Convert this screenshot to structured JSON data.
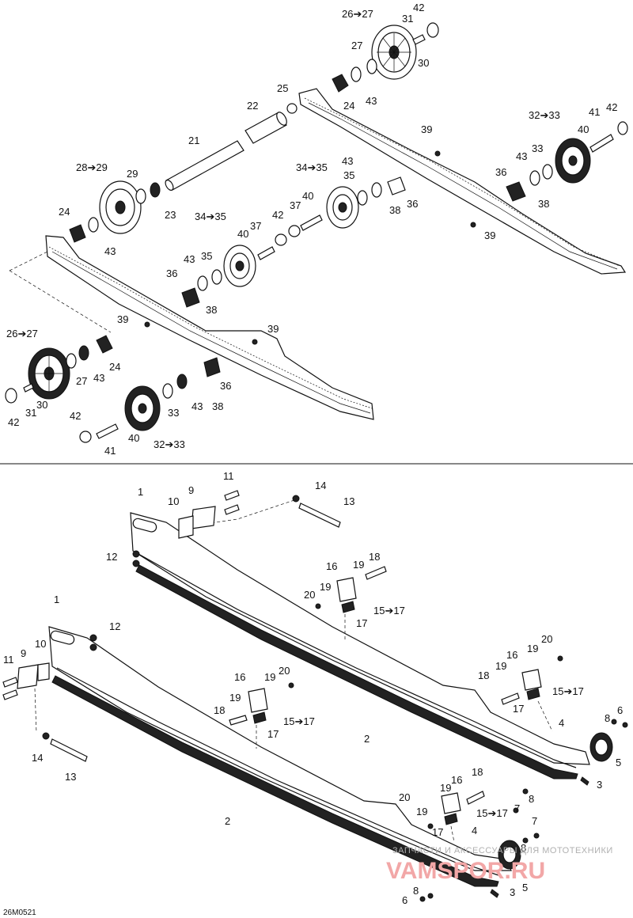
{
  "drawing_code": "26M0521",
  "watermark": {
    "line1": "ЗАПЧАСТИ И АКСЕССУАРЫ ДЛЯ МОТОТЕХНИКИ",
    "line2": "VAMSPOR.RU"
  },
  "callouts_top": [
    {
      "id": "t1",
      "text": "26➔27"
    },
    {
      "id": "t2",
      "text": "42"
    },
    {
      "id": "t3",
      "text": "31"
    },
    {
      "id": "t4",
      "text": "27"
    },
    {
      "id": "t5",
      "text": "30"
    },
    {
      "id": "t6",
      "text": "25"
    },
    {
      "id": "t7",
      "text": "24"
    },
    {
      "id": "t8",
      "text": "43"
    },
    {
      "id": "t9",
      "text": "22"
    },
    {
      "id": "t10",
      "text": "32➔33"
    },
    {
      "id": "t11",
      "text": "41"
    },
    {
      "id": "t12",
      "text": "42"
    },
    {
      "id": "t13",
      "text": "40"
    },
    {
      "id": "t14",
      "text": "39"
    },
    {
      "id": "t15",
      "text": "21"
    },
    {
      "id": "t16",
      "text": "43"
    },
    {
      "id": "t17",
      "text": "33"
    },
    {
      "id": "t18",
      "text": "28➔29"
    },
    {
      "id": "t19",
      "text": "29"
    },
    {
      "id": "t20",
      "text": "34➔35"
    },
    {
      "id": "t21",
      "text": "43"
    },
    {
      "id": "t22",
      "text": "36"
    },
    {
      "id": "t23",
      "text": "35"
    },
    {
      "id": "t24",
      "text": "40"
    },
    {
      "id": "t25",
      "text": "38"
    },
    {
      "id": "t26",
      "text": "36"
    },
    {
      "id": "t27",
      "text": "38"
    },
    {
      "id": "t28",
      "text": "23"
    },
    {
      "id": "t29",
      "text": "39"
    },
    {
      "id": "t30",
      "text": "24"
    },
    {
      "id": "t31",
      "text": "37"
    },
    {
      "id": "t32",
      "text": "34➔35"
    },
    {
      "id": "t33",
      "text": "42"
    },
    {
      "id": "t34",
      "text": "40"
    },
    {
      "id": "t35",
      "text": "37"
    },
    {
      "id": "t36",
      "text": "43"
    },
    {
      "id": "t37",
      "text": "43"
    },
    {
      "id": "t38",
      "text": "35"
    },
    {
      "id": "t39",
      "text": "36"
    },
    {
      "id": "t40",
      "text": "38"
    },
    {
      "id": "t41",
      "text": "39"
    },
    {
      "id": "t42",
      "text": "39"
    },
    {
      "id": "t43",
      "text": "26➔27"
    },
    {
      "id": "t44",
      "text": "24"
    },
    {
      "id": "t45",
      "text": "27"
    },
    {
      "id": "t46",
      "text": "43"
    },
    {
      "id": "t47",
      "text": "36"
    },
    {
      "id": "t48",
      "text": "42"
    },
    {
      "id": "t49",
      "text": "31"
    },
    {
      "id": "t50",
      "text": "30"
    },
    {
      "id": "t51",
      "text": "33"
    },
    {
      "id": "t52",
      "text": "43"
    },
    {
      "id": "t53",
      "text": "38"
    },
    {
      "id": "t54",
      "text": "42"
    },
    {
      "id": "t55",
      "text": "40"
    },
    {
      "id": "t56",
      "text": "41"
    },
    {
      "id": "t57",
      "text": "32➔33"
    }
  ],
  "callouts_bottom": [
    {
      "id": "b1",
      "text": "1"
    },
    {
      "id": "b2",
      "text": "9"
    },
    {
      "id": "b3",
      "text": "11"
    },
    {
      "id": "b4",
      "text": "14"
    },
    {
      "id": "b5",
      "text": "10"
    },
    {
      "id": "b6",
      "text": "13"
    },
    {
      "id": "b7",
      "text": "12"
    },
    {
      "id": "b8",
      "text": "18"
    },
    {
      "id": "b9",
      "text": "16"
    },
    {
      "id": "b10",
      "text": "19"
    },
    {
      "id": "b11",
      "text": "19"
    },
    {
      "id": "b12",
      "text": "20"
    },
    {
      "id": "b13",
      "text": "15➔17"
    },
    {
      "id": "b14",
      "text": "17"
    },
    {
      "id": "b15",
      "text": "1"
    },
    {
      "id": "b16",
      "text": "12"
    },
    {
      "id": "b17",
      "text": "10"
    },
    {
      "id": "b18",
      "text": "11"
    },
    {
      "id": "b19",
      "text": "9"
    },
    {
      "id": "b20",
      "text": "20"
    },
    {
      "id": "b21",
      "text": "19"
    },
    {
      "id": "b22",
      "text": "16"
    },
    {
      "id": "b23",
      "text": "18"
    },
    {
      "id": "b24",
      "text": "19"
    },
    {
      "id": "b25",
      "text": "15➔17"
    },
    {
      "id": "b26",
      "text": "16"
    },
    {
      "id": "b27",
      "text": "19"
    },
    {
      "id": "b28",
      "text": "20"
    },
    {
      "id": "b29",
      "text": "19"
    },
    {
      "id": "b30",
      "text": "18"
    },
    {
      "id": "b31",
      "text": "15➔17"
    },
    {
      "id": "b32",
      "text": "17"
    },
    {
      "id": "b33",
      "text": "17"
    },
    {
      "id": "b34",
      "text": "2"
    },
    {
      "id": "b35",
      "text": "8"
    },
    {
      "id": "b36",
      "text": "6"
    },
    {
      "id": "b37",
      "text": "4"
    },
    {
      "id": "b38",
      "text": "14"
    },
    {
      "id": "b39",
      "text": "13"
    },
    {
      "id": "b40",
      "text": "5"
    },
    {
      "id": "b41",
      "text": "3"
    },
    {
      "id": "b42",
      "text": "16"
    },
    {
      "id": "b43",
      "text": "18"
    },
    {
      "id": "b44",
      "text": "19"
    },
    {
      "id": "b45",
      "text": "20"
    },
    {
      "id": "b46",
      "text": "19"
    },
    {
      "id": "b47",
      "text": "15➔17"
    },
    {
      "id": "b48",
      "text": "17"
    },
    {
      "id": "b49",
      "text": "8"
    },
    {
      "id": "b50",
      "text": "7"
    },
    {
      "id": "b51",
      "text": "2"
    },
    {
      "id": "b52",
      "text": "4"
    },
    {
      "id": "b53",
      "text": "7"
    },
    {
      "id": "b54",
      "text": "8"
    },
    {
      "id": "b55",
      "text": "5"
    },
    {
      "id": "b56",
      "text": "3"
    },
    {
      "id": "b57",
      "text": "6"
    },
    {
      "id": "b58",
      "text": "8"
    }
  ]
}
